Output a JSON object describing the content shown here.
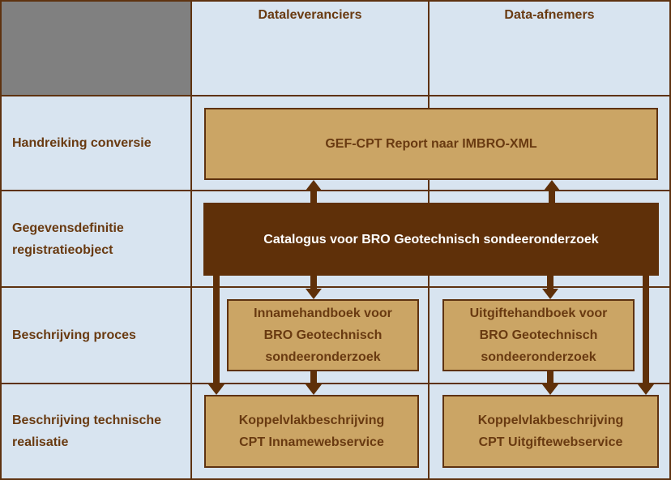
{
  "palette": {
    "background_blue": "#D8E4F0",
    "grid_line_brown": "#5E3210",
    "corner_gray": "#808080",
    "document_box_tan": "#CBA565",
    "catalog_box_dark_brown": "#5F3009",
    "text_brown": "#693A11",
    "text_white": "#FFFFFF"
  },
  "columns": {
    "dataleveranciers": "Dataleveranciers",
    "data_afnemers": "Data-afnemers"
  },
  "row_labels": {
    "handreiking": "Handreiking conversie",
    "gegevensdefinitie": "Gegevensdefinitie\nregistratieobject",
    "proces": "Beschrijving proces",
    "technische_realisatie": "Beschrijving technische\nrealisatie"
  },
  "boxes": {
    "gef_cpt": "GEF-CPT Report naar IMBRO-XML",
    "catalogus": "Catalogus voor BRO Geotechnisch sondeeronderzoek",
    "innamehandboek": "Innamehandboek voor\nBRO Geotechnisch\nsondeeronderzoek",
    "uitgiftehandboek": "Uitgiftehandboek voor\nBRO Geotechnisch\nsondeeronderzoek",
    "koppelvlak_inname": "Koppelvlakbeschrijving\nCPT Innamewebservice",
    "koppelvlak_uitgifte": "Koppelvlakbeschrijving\nCPT Uitgiftewebservice"
  }
}
